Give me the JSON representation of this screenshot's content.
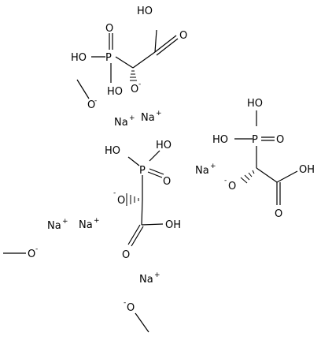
{
  "molecule": {
    "groups": {
      "oh": "HO",
      "oh_right": "OH",
      "o": "O",
      "p": "P",
      "o_minus": "O",
      "minus": "-",
      "na": "Na",
      "plus": "+"
    }
  }
}
